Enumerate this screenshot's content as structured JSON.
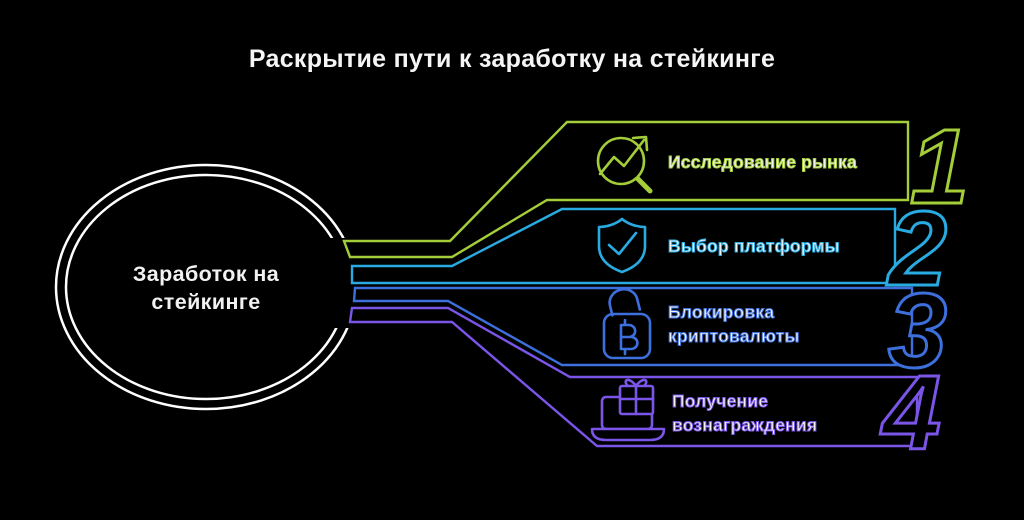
{
  "title": "Раскрытие пути к заработку на стейкинге",
  "hub": {
    "label_line1": "Заработок на",
    "label_line2": "стейкинге",
    "outline_color": "#ffffff"
  },
  "steps": [
    {
      "number": "1",
      "label_line1": "Исследование рынка",
      "label_line2": "",
      "color": "#a3cd39",
      "icon": "market-research-icon"
    },
    {
      "number": "2",
      "label_line1": "Выбор платформы",
      "label_line2": "",
      "color": "#29abe2",
      "icon": "shield-check-icon"
    },
    {
      "number": "3",
      "label_line1": "Блокировка",
      "label_line2": "криптовалюты",
      "color": "#3d6fdd",
      "icon": "bitcoin-lock-icon"
    },
    {
      "number": "4",
      "label_line1": "Получение",
      "label_line2": "вознаграждения",
      "color": "#7a55e8",
      "icon": "laptop-gift-icon"
    }
  ],
  "colors": {
    "background": "#000000",
    "text": "#f2f2f2"
  }
}
